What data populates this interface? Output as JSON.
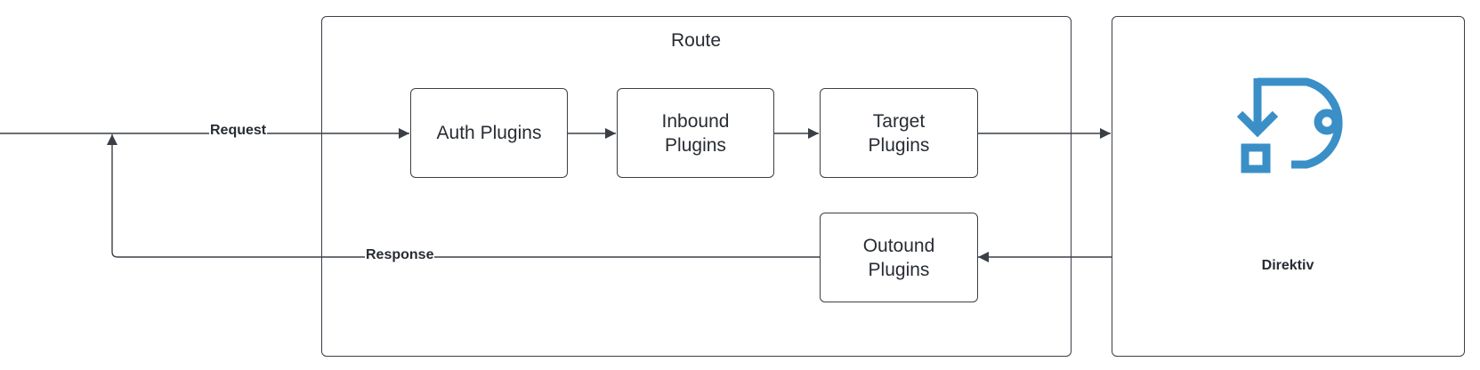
{
  "route": {
    "title": "Route"
  },
  "plugins": {
    "auth": "Auth Plugins",
    "inbound": "Inbound\nPlugins",
    "target": "Target\nPlugins",
    "outbound": "Outound\nPlugins"
  },
  "edges": {
    "request": "Request",
    "response": "Response"
  },
  "direktiv": {
    "label": "Direktiv",
    "logo_icon": "direktiv-logo-icon",
    "logo_color": "#3a8fc7"
  },
  "colors": {
    "line": "#3a3f47",
    "text": "#282c33"
  }
}
